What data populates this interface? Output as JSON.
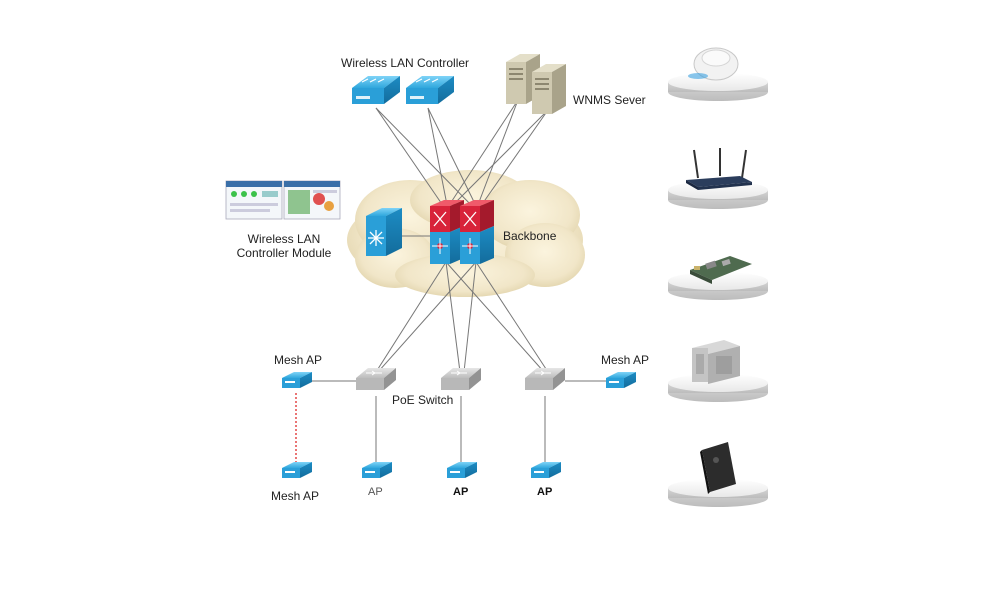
{
  "labels": {
    "wlc": "Wireless LAN Controller",
    "wnms": "WNMS Sever",
    "module_line1": "Wireless LAN",
    "module_line2": "Controller Module",
    "backbone": "Backbone",
    "poe_switch": "PoE Switch",
    "mesh_ap_left_top": "Mesh AP",
    "mesh_ap_left_bottom": "Mesh AP",
    "mesh_ap_right": "Mesh AP",
    "ap_1": "AP",
    "ap_2": "AP",
    "ap_3": "AP"
  },
  "colors": {
    "device_blue": "#2a9fd8",
    "core_red": "#d8233a",
    "server_beige": "#cfc9b0",
    "switch_grey": "#b8b8b8",
    "cloud": "#f1e6c8",
    "link": "#777777",
    "mesh_link": "#e23a3a"
  },
  "products": [
    {
      "name": "ceiling-ap-icon"
    },
    {
      "name": "router-ap-icon"
    },
    {
      "name": "controller-module-card-icon"
    },
    {
      "name": "outdoor-ap-icon"
    },
    {
      "name": "wall-plate-ap-icon"
    }
  ]
}
